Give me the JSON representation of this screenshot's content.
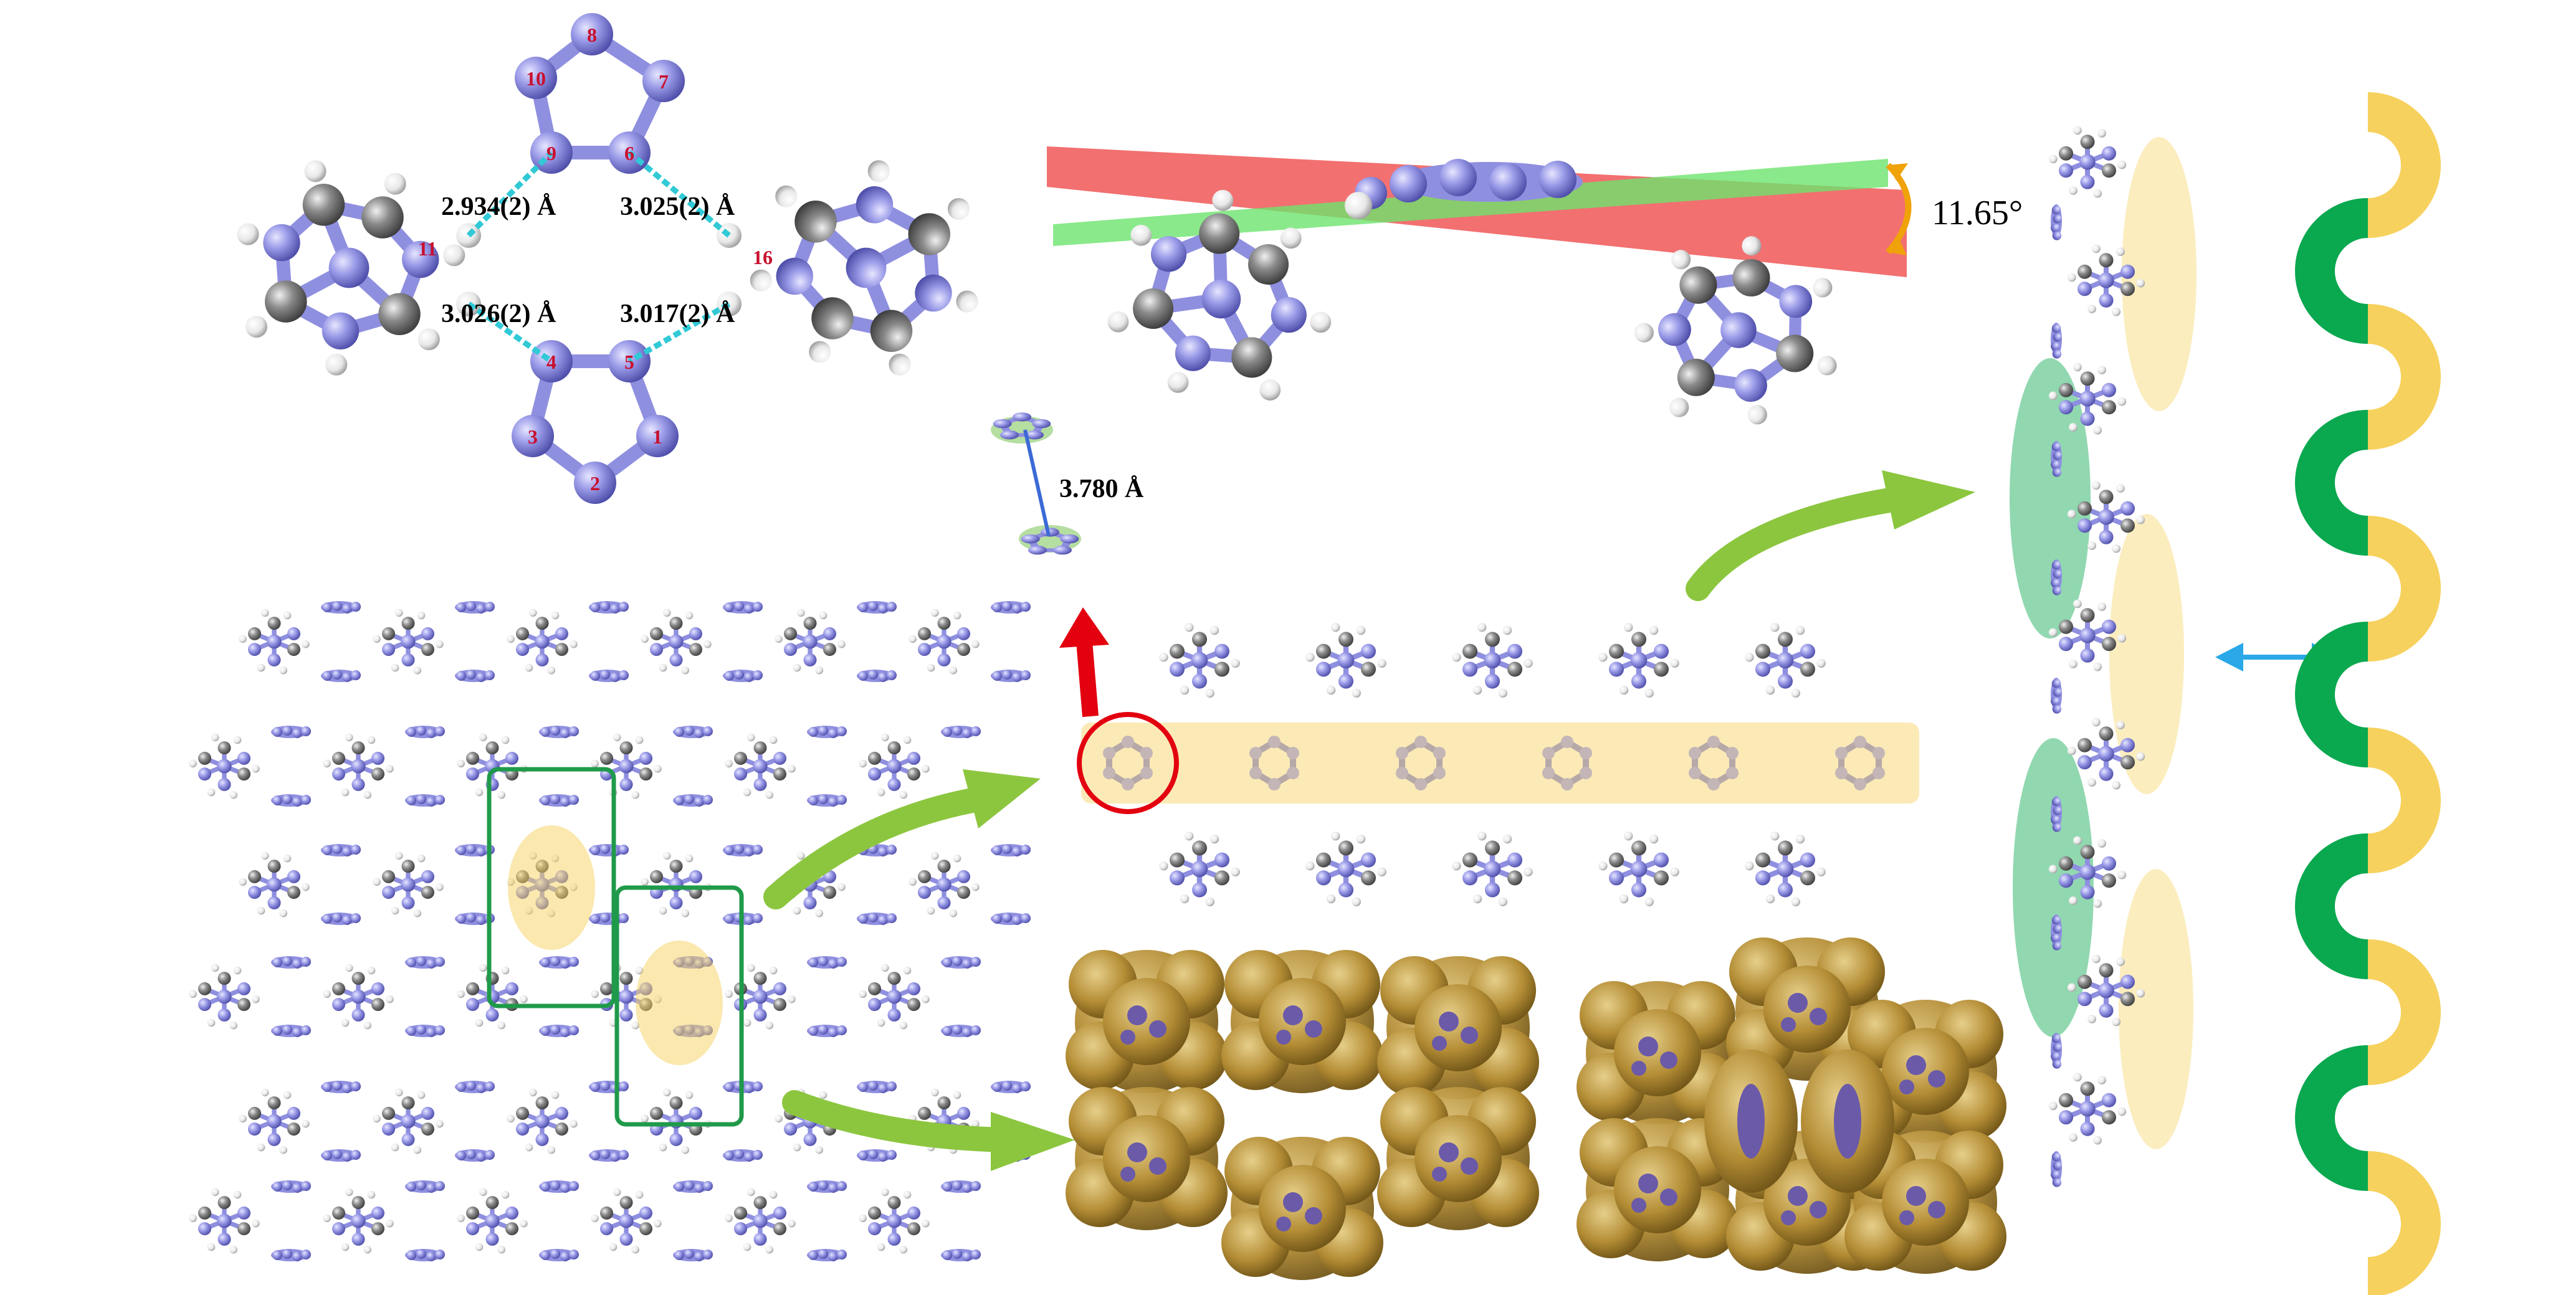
{
  "colors": {
    "nitrogen": "#8f8fe0",
    "carbon": "#8c8c8c",
    "hydrogen": "#f2f2f2",
    "hbond": "#31c9d6",
    "yellow": "#f6d15d",
    "green": "#0aa84f",
    "arrow_green": "#8cc63f",
    "arrow_red": "#e3000f",
    "arrow_blue": "#2aa8e8",
    "plane_red": "#ef4c4c",
    "plane_green": "#6de36d",
    "angle_arc": "#f0a20a",
    "surface": "#b08a2e",
    "highlight_box": "#1f9a4a"
  },
  "hbond_labels": {
    "d1": "2.934(2) Å",
    "d2": "3.025(2) Å",
    "d3": "3.026(2) Å",
    "d4": "3.017(2) Å"
  },
  "atom_numbers": [
    "1",
    "2",
    "3",
    "4",
    "5",
    "6",
    "7",
    "8",
    "9",
    "10",
    "11",
    "16"
  ],
  "dihedral_angle": "11.65°",
  "stacking_distance": "3.780 Å"
}
